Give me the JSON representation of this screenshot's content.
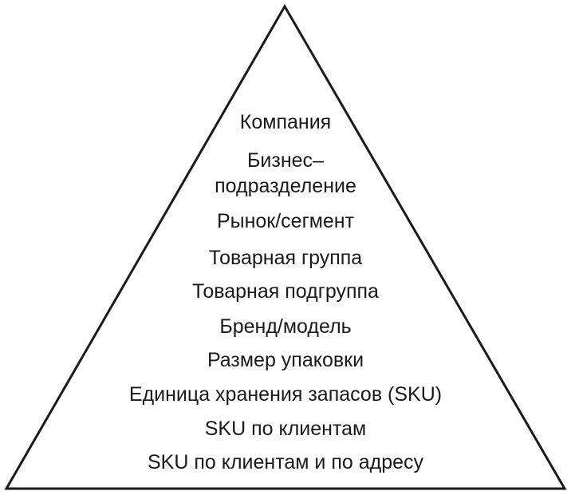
{
  "pyramid": {
    "levels": [
      "Компания",
      "Бизнес–",
      "подразделение",
      "Рынок/сегмент",
      "Товарная группа",
      "Товарная подгруппа",
      "Бренд/модель",
      "Размер упаковки",
      "Единица хранения запасов (SKU)",
      "SKU по клиентам",
      "SKU по клиентам и по адресу"
    ]
  },
  "colors": {
    "stroke": "#1a1a1a",
    "text": "#1a1a1a",
    "background": "#ffffff"
  }
}
